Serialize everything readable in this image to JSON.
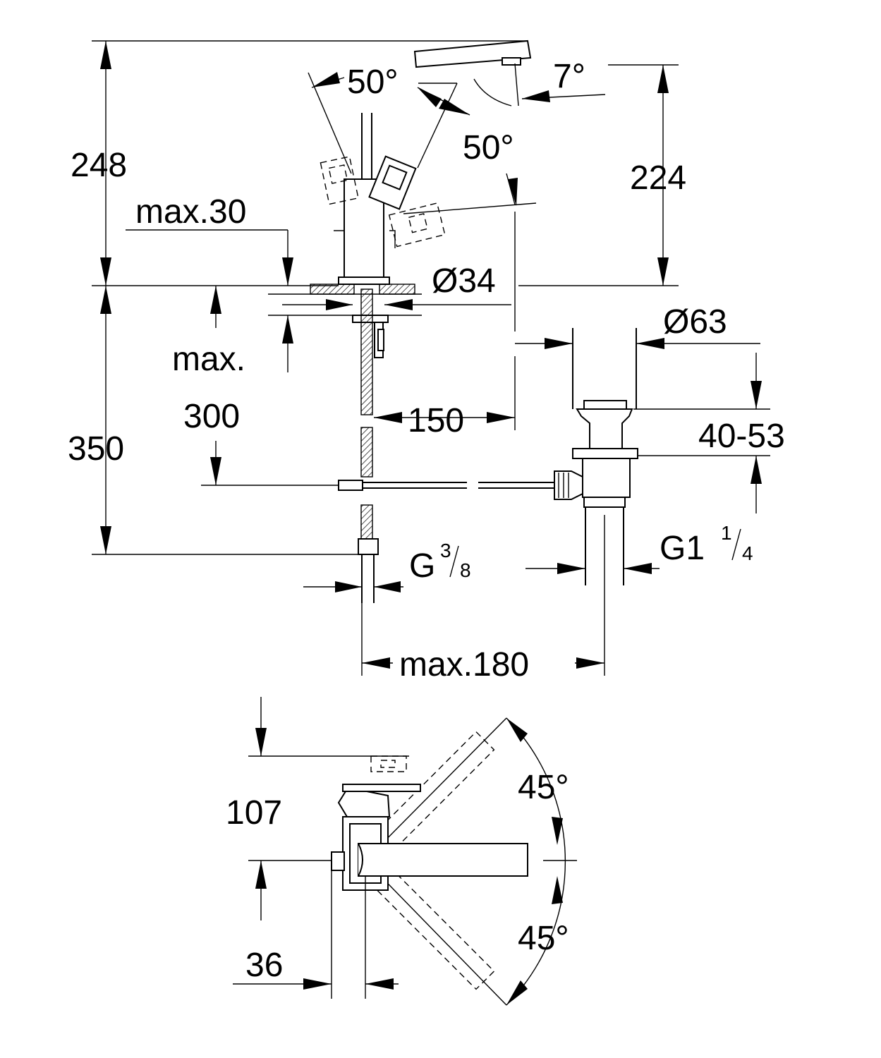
{
  "dimensions": {
    "angle_top_left": "50°",
    "angle_top_right": "50°",
    "angle_spout": "7°",
    "height_total": "248",
    "height_spout": "224",
    "thickness_max": "max.30",
    "dia_body": "Ø34",
    "dia_waste": "Ø63",
    "depth_max_label": "max.",
    "depth_max_value": "300",
    "offset_150": "150",
    "waste_range": "40-53",
    "height_below": "350",
    "thread_small_main": "G",
    "thread_small_num": "3",
    "thread_small_den": "8",
    "thread_large_main": "G1",
    "thread_large_num": "1",
    "thread_large_den": "4",
    "spread_max": "max.180",
    "plan_depth": "107",
    "plan_swing_upper": "45°",
    "plan_swing_lower": "45°",
    "plan_offset": "36"
  }
}
